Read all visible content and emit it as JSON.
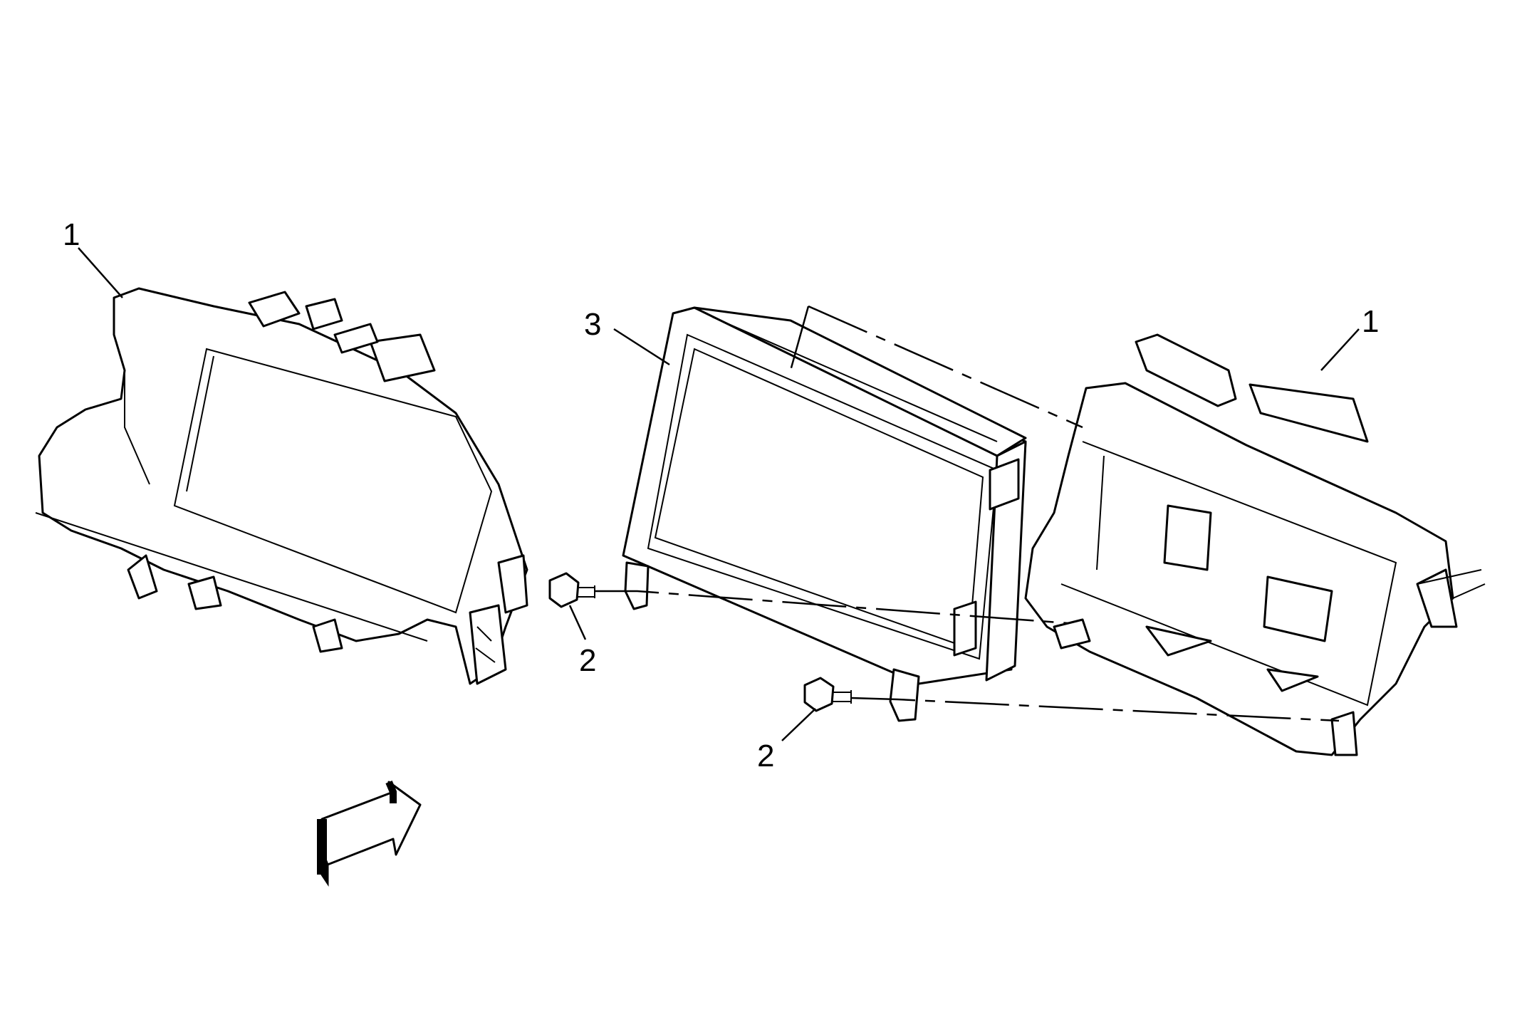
{
  "callouts": {
    "left_bezel": "1",
    "right_bracket": "1",
    "display": "3",
    "bolt_upper": "2",
    "bolt_lower": "2"
  },
  "colors": {
    "ink": "#000000",
    "paper": "#ffffff"
  },
  "icons": {
    "arrow": "view-direction-arrow-icon"
  }
}
